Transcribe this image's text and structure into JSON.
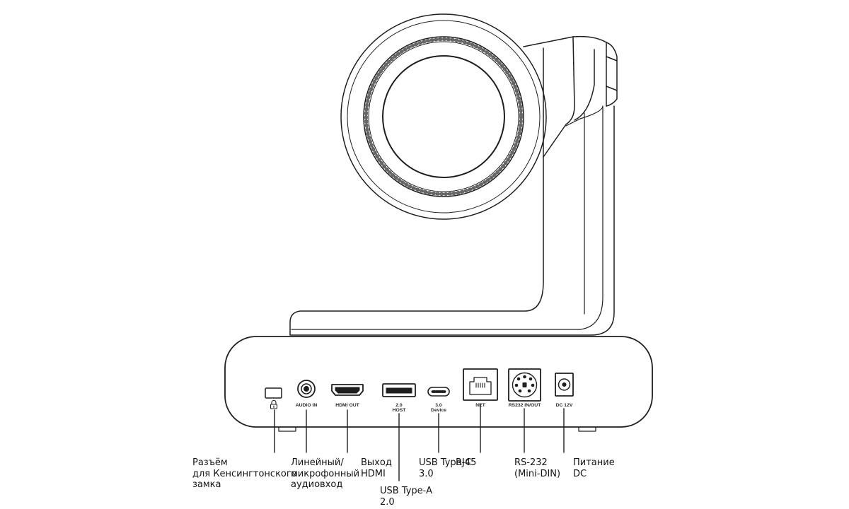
{
  "port_labels": {
    "audio_in": "AUDIO IN",
    "hdmi_out": "HDMI OUT",
    "usb2_top": "2.0",
    "usb2_bottom": "HOST",
    "usbc_top": "3.0",
    "usbc_bottom": "Device",
    "net": "NET",
    "rs232": "RS232 IN/OUT",
    "dc": "DC 12V"
  },
  "callouts": {
    "kensington": "Разъём\nдля Кенсингтонского\nзамка",
    "audio": "Линейный/\nмикрофонный\nаудиовход",
    "hdmi": "Выход\nHDMI",
    "usb_a": "USB Type-A\n2.0",
    "usb_c": "USB Type-C\n3.0",
    "rj45": "RJ45",
    "rs232": "RS-232\n(Mini-DIN)",
    "power": "Питание\nDC"
  }
}
